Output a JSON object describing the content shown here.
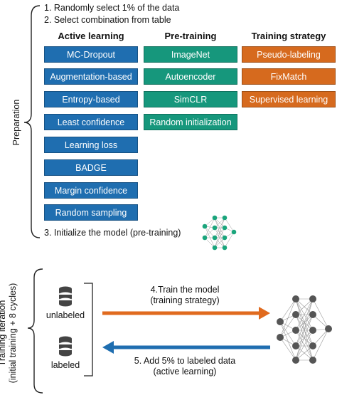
{
  "steps": {
    "step1": "1. Randomly select 1% of the data",
    "step2": "2. Select combination from table",
    "step3": "3. Initialize the model (pre-training)"
  },
  "columns": {
    "active_learning": {
      "title": "Active learning",
      "color": "#1f6eb0",
      "items": [
        "MC-Dropout",
        "Augmentation-based",
        "Entropy-based",
        "Least confidence",
        "Learning loss",
        "BADGE",
        "Margin confidence",
        "Random sampling"
      ]
    },
    "pre_training": {
      "title": "Pre-training",
      "color": "#16977c",
      "items": [
        "ImageNet",
        "Autoencoder",
        "SimCLR",
        "Random initialization"
      ]
    },
    "training_strategy": {
      "title": "Training strategy",
      "color": "#d66a1e",
      "items": [
        "Pseudo-labeling",
        "FixMatch",
        "Supervised learning"
      ]
    }
  },
  "side_labels": {
    "preparation": "Preparation",
    "training_iteration_line1": "Training iteration",
    "training_iteration_line2": "(initial training + 8 cycles)"
  },
  "data_pools": {
    "unlabeled": "unlabeled",
    "labeled": "labeled"
  },
  "arrows": {
    "train": {
      "line1": "4.Train the model",
      "line2": "(training strategy)",
      "color": "#e06a1e"
    },
    "add": {
      "line1": "5. Add 5% to labeled data",
      "line2": "(active learning)",
      "color": "#1f6eb0"
    }
  },
  "icons": {
    "small_network": "green-neural-network-icon",
    "big_network": "gray-neural-network-icon",
    "database": "database-icon"
  },
  "colors": {
    "small_network_nodes": "#1aa57c",
    "big_network_nodes": "#555555"
  }
}
